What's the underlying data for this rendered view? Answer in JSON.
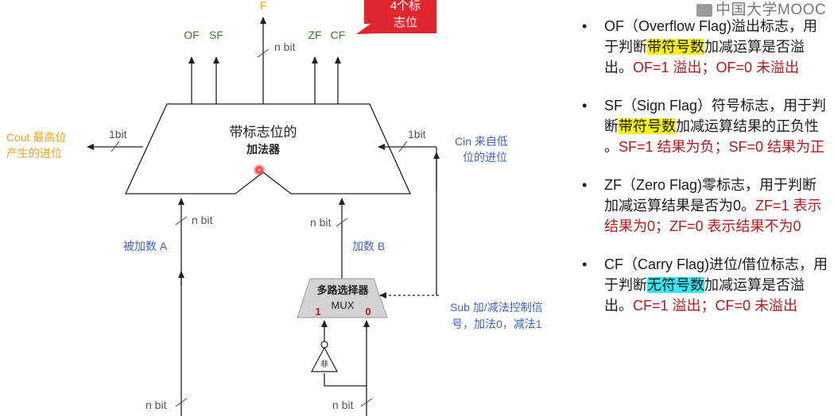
{
  "watermark": "中国大学MOOC",
  "diagram": {
    "adder_title": "带标志位的",
    "adder_subtitle": "加法器",
    "flags_out": {
      "of": "OF",
      "sf": "SF",
      "zf": "ZF",
      "cf": "CF",
      "f": "F"
    },
    "f_width": "n bit",
    "callout": [
      "4个标",
      "志位"
    ],
    "cout_label": [
      "Cout 最高位",
      "产生的进位"
    ],
    "cout_width": "1bit",
    "cin_label": [
      "Cin 来自低",
      "位的进位"
    ],
    "cin_width": "1bit",
    "a_width": "n bit",
    "a_label": "被加数 A",
    "b_width": "n bit",
    "b_label": "加数 B",
    "mux_title": "多路选择器",
    "mux_name": "MUX",
    "mux_in1": "1",
    "mux_in0": "0",
    "sub_label": [
      "Sub 加/减法控制信",
      "号，加法0，减法1"
    ],
    "not_label": "非",
    "bottom_left_width": "n bit",
    "bottom_right_width": "n bit"
  },
  "notes": [
    {
      "pre": "OF（Overflow Flag)溢出标志，用于判断",
      "highlight": "带符号数",
      "post": "加减运算是否溢出。",
      "red": "OF=1 溢出；OF=0 未溢出"
    },
    {
      "pre": "SF（Sign Flag）符号标志，用于判断",
      "highlight": "带符号数",
      "post": "加减运算结果的正负性 。",
      "red": "SF=1 结果为负；SF=0 结果为正"
    },
    {
      "pre": "ZF（Zero Flag)零标志，用于判断加减运算结果是否为0。",
      "highlight": "",
      "post": "",
      "red": "ZF=1 表示结果为0；ZF=0 表示结果不为0"
    },
    {
      "pre": "CF（Carry Flag)进位/借位标志，用于判断",
      "highlight": "无符号数",
      "post": "加减运算是否溢出。",
      "red": "CF=1 溢出；CF=0 未溢出"
    }
  ],
  "colors": {
    "flag_label": "#3a7a1e",
    "f_label": "#e8a417",
    "cout_label": "#e8a417",
    "input_label": "#3b62c9",
    "callout_fill": "#e0272d",
    "note_red": "#b3191d",
    "highlight_yellow": "#f6f01d",
    "highlight_cyan": "#35e7f3"
  }
}
